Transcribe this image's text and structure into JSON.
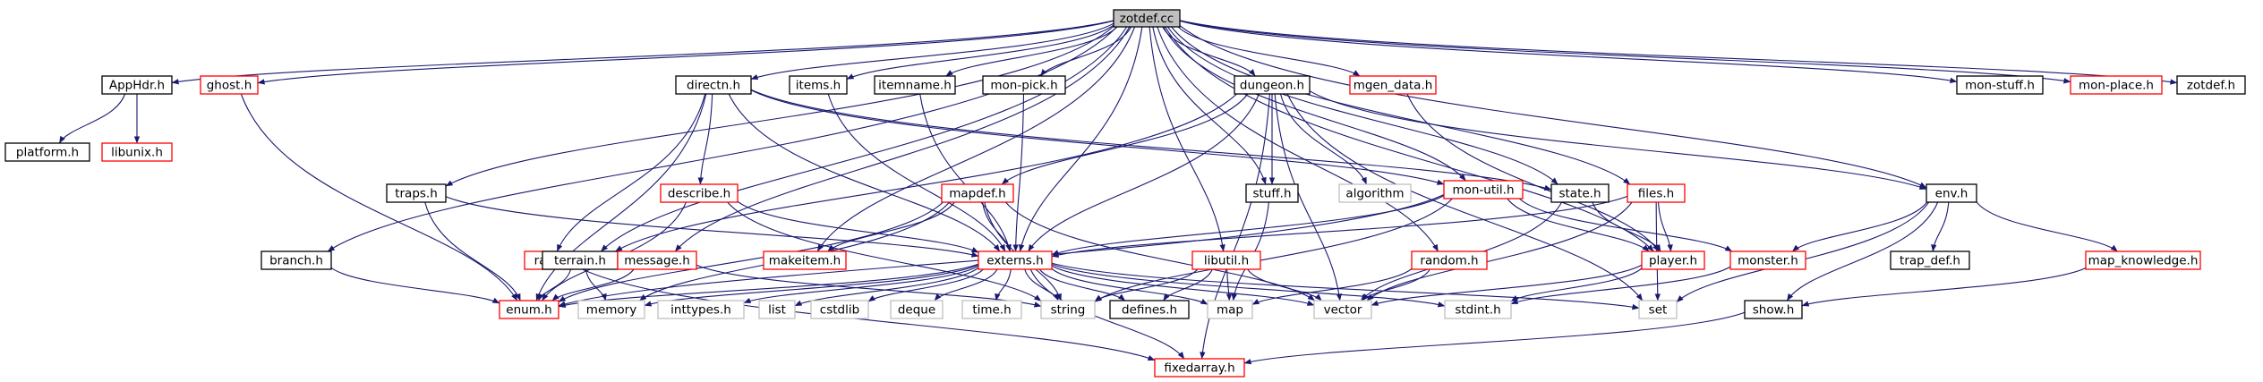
{
  "colors": {
    "edge": "#191970",
    "normal": "#000000",
    "missing": "#ff0000",
    "system": "#bfbfbf",
    "root_fill": "#bfbfbf",
    "text": "#000000"
  },
  "nodes": [
    {
      "id": "zotdef_cc",
      "label": "zotdef.cc",
      "kind": "root"
    },
    {
      "id": "AppHdr_h",
      "label": "AppHdr.h",
      "kind": "normal"
    },
    {
      "id": "ghost_h",
      "label": "ghost.h",
      "kind": "missing"
    },
    {
      "id": "directn_h",
      "label": "directn.h",
      "kind": "normal"
    },
    {
      "id": "items_h",
      "label": "items.h",
      "kind": "normal"
    },
    {
      "id": "itemname_h",
      "label": "itemname.h",
      "kind": "normal"
    },
    {
      "id": "mon_pick_h",
      "label": "mon-pick.h",
      "kind": "normal"
    },
    {
      "id": "dungeon_h",
      "label": "dungeon.h",
      "kind": "normal"
    },
    {
      "id": "mgen_data_h",
      "label": "mgen_data.h",
      "kind": "missing"
    },
    {
      "id": "mon_stuff_h",
      "label": "mon-stuff.h",
      "kind": "normal"
    },
    {
      "id": "mon_place_h",
      "label": "mon-place.h",
      "kind": "missing"
    },
    {
      "id": "zotdef_h",
      "label": "zotdef.h",
      "kind": "normal"
    },
    {
      "id": "platform_h",
      "label": "platform.h",
      "kind": "normal"
    },
    {
      "id": "libunix_h",
      "label": "libunix.h",
      "kind": "missing"
    },
    {
      "id": "describe_h",
      "label": "describe.h",
      "kind": "missing"
    },
    {
      "id": "mapdef_h",
      "label": "mapdef.h",
      "kind": "missing"
    },
    {
      "id": "traps_h",
      "label": "traps.h",
      "kind": "normal"
    },
    {
      "id": "stuff_h",
      "label": "stuff.h",
      "kind": "normal"
    },
    {
      "id": "algorithm",
      "label": "algorithm",
      "kind": "system"
    },
    {
      "id": "mon_util_h",
      "label": "mon-util.h",
      "kind": "missing"
    },
    {
      "id": "state_h",
      "label": "state.h",
      "kind": "normal"
    },
    {
      "id": "files_h",
      "label": "files.h",
      "kind": "missing"
    },
    {
      "id": "env_h",
      "label": "env.h",
      "kind": "normal"
    },
    {
      "id": "branch_h",
      "label": "branch.h",
      "kind": "normal"
    },
    {
      "id": "ray_h",
      "label": "ray.h",
      "kind": "missing"
    },
    {
      "id": "terrain_h",
      "label": "terrain.h",
      "kind": "normal"
    },
    {
      "id": "message_h",
      "label": "message.h",
      "kind": "missing"
    },
    {
      "id": "makeitem_h",
      "label": "makeitem.h",
      "kind": "missing"
    },
    {
      "id": "externs_h",
      "label": "externs.h",
      "kind": "missing"
    },
    {
      "id": "libutil_h",
      "label": "libutil.h",
      "kind": "missing"
    },
    {
      "id": "random_h",
      "label": "random.h",
      "kind": "missing"
    },
    {
      "id": "player_h",
      "label": "player.h",
      "kind": "missing"
    },
    {
      "id": "monster_h",
      "label": "monster.h",
      "kind": "missing"
    },
    {
      "id": "trap_def_h",
      "label": "trap_def.h",
      "kind": "normal"
    },
    {
      "id": "map_knowledge_h",
      "label": "map_knowledge.h",
      "kind": "missing"
    },
    {
      "id": "enum_h",
      "label": "enum.h",
      "kind": "missing"
    },
    {
      "id": "memory",
      "label": "memory",
      "kind": "system"
    },
    {
      "id": "inttypes_h",
      "label": "inttypes.h",
      "kind": "system"
    },
    {
      "id": "list",
      "label": "list",
      "kind": "system"
    },
    {
      "id": "cstdlib",
      "label": "cstdlib",
      "kind": "system"
    },
    {
      "id": "deque",
      "label": "deque",
      "kind": "system"
    },
    {
      "id": "time_h",
      "label": "time.h",
      "kind": "system"
    },
    {
      "id": "string",
      "label": "string",
      "kind": "system"
    },
    {
      "id": "defines_h",
      "label": "defines.h",
      "kind": "normal"
    },
    {
      "id": "map",
      "label": "map",
      "kind": "system"
    },
    {
      "id": "vector",
      "label": "vector",
      "kind": "system"
    },
    {
      "id": "stdint_h",
      "label": "stdint.h",
      "kind": "system"
    },
    {
      "id": "set",
      "label": "set",
      "kind": "system"
    },
    {
      "id": "show_h",
      "label": "show.h",
      "kind": "normal"
    },
    {
      "id": "fixedarray_h",
      "label": "fixedarray.h",
      "kind": "missing"
    }
  ],
  "edges": [
    [
      "zotdef_cc",
      "AppHdr_h"
    ],
    [
      "zotdef_cc",
      "ghost_h"
    ],
    [
      "zotdef_cc",
      "directn_h"
    ],
    [
      "zotdef_cc",
      "items_h"
    ],
    [
      "zotdef_cc",
      "itemname_h"
    ],
    [
      "zotdef_cc",
      "mon_pick_h"
    ],
    [
      "zotdef_cc",
      "dungeon_h"
    ],
    [
      "zotdef_cc",
      "mgen_data_h"
    ],
    [
      "zotdef_cc",
      "mon_stuff_h"
    ],
    [
      "zotdef_cc",
      "mon_place_h"
    ],
    [
      "zotdef_cc",
      "zotdef_h"
    ],
    [
      "zotdef_cc",
      "traps_h"
    ],
    [
      "zotdef_cc",
      "stuff_h"
    ],
    [
      "zotdef_cc",
      "mon_util_h"
    ],
    [
      "zotdef_cc",
      "state_h"
    ],
    [
      "zotdef_cc",
      "files_h"
    ],
    [
      "zotdef_cc",
      "env_h"
    ],
    [
      "zotdef_cc",
      "branch_h"
    ],
    [
      "zotdef_cc",
      "terrain_h"
    ],
    [
      "zotdef_cc",
      "message_h"
    ],
    [
      "zotdef_cc",
      "makeitem_h"
    ],
    [
      "zotdef_cc",
      "externs_h"
    ],
    [
      "zotdef_cc",
      "libutil_h"
    ],
    [
      "zotdef_cc",
      "random_h"
    ],
    [
      "zotdef_cc",
      "player_h"
    ],
    [
      "AppHdr_h",
      "platform_h"
    ],
    [
      "AppHdr_h",
      "libunix_h"
    ],
    [
      "ghost_h",
      "enum_h"
    ],
    [
      "directn_h",
      "describe_h"
    ],
    [
      "directn_h",
      "ray_h"
    ],
    [
      "directn_h",
      "enum_h"
    ],
    [
      "directn_h",
      "externs_h"
    ],
    [
      "directn_h",
      "state_h"
    ],
    [
      "directn_h",
      "mon_util_h"
    ],
    [
      "describe_h",
      "externs_h"
    ],
    [
      "describe_h",
      "enum_h"
    ],
    [
      "describe_h",
      "string"
    ],
    [
      "items_h",
      "externs_h"
    ],
    [
      "itemname_h",
      "externs_h"
    ],
    [
      "mon_pick_h",
      "externs_h"
    ],
    [
      "dungeon_h",
      "mapdef_h"
    ],
    [
      "dungeon_h",
      "stuff_h"
    ],
    [
      "dungeon_h",
      "algorithm"
    ],
    [
      "dungeon_h",
      "env_h"
    ],
    [
      "dungeon_h",
      "externs_h"
    ],
    [
      "dungeon_h",
      "vector"
    ],
    [
      "dungeon_h",
      "set"
    ],
    [
      "dungeon_h",
      "fixedarray_h"
    ],
    [
      "dungeon_h",
      "terrain_h"
    ],
    [
      "mapdef_h",
      "externs_h"
    ],
    [
      "mapdef_h",
      "enum_h"
    ],
    [
      "mapdef_h",
      "makeitem_h"
    ],
    [
      "mapdef_h",
      "string"
    ],
    [
      "mapdef_h",
      "vector"
    ],
    [
      "mapdef_h",
      "memory"
    ],
    [
      "traps_h",
      "externs_h"
    ],
    [
      "traps_h",
      "enum_h"
    ],
    [
      "stuff_h",
      "map"
    ],
    [
      "mon_util_h",
      "externs_h"
    ],
    [
      "mon_util_h",
      "enum_h"
    ],
    [
      "mon_util_h",
      "player_h"
    ],
    [
      "mon_util_h",
      "monster_h"
    ],
    [
      "mon_util_h",
      "string"
    ],
    [
      "state_h",
      "player_h"
    ],
    [
      "state_h",
      "vector"
    ],
    [
      "files_h",
      "externs_h"
    ],
    [
      "files_h",
      "player_h"
    ],
    [
      "files_h",
      "vector"
    ],
    [
      "files_h",
      "set"
    ],
    [
      "mgen_data_h",
      "player_h"
    ],
    [
      "env_h",
      "monster_h"
    ],
    [
      "env_h",
      "trap_def_h"
    ],
    [
      "env_h",
      "map_knowledge_h"
    ],
    [
      "env_h",
      "show_h"
    ],
    [
      "env_h",
      "set"
    ],
    [
      "branch_h",
      "enum_h"
    ],
    [
      "ray_h",
      "fixedarray_h"
    ],
    [
      "terrain_h",
      "enum_h"
    ],
    [
      "terrain_h",
      "memory"
    ],
    [
      "message_h",
      "enum_h"
    ],
    [
      "message_h",
      "string"
    ],
    [
      "libutil_h",
      "defines_h"
    ],
    [
      "libutil_h",
      "map"
    ],
    [
      "libutil_h",
      "vector"
    ],
    [
      "libutil_h",
      "string"
    ],
    [
      "random_h",
      "map"
    ],
    [
      "random_h",
      "vector"
    ],
    [
      "player_h",
      "stdint_h"
    ],
    [
      "player_h",
      "vector"
    ],
    [
      "monster_h",
      "stdint_h"
    ],
    [
      "map_knowledge_h",
      "show_h"
    ],
    [
      "show_h",
      "fixedarray_h"
    ],
    [
      "externs_h",
      "enum_h"
    ],
    [
      "externs_h",
      "memory"
    ],
    [
      "externs_h",
      "inttypes_h"
    ],
    [
      "externs_h",
      "list"
    ],
    [
      "externs_h",
      "cstdlib"
    ],
    [
      "externs_h",
      "deque"
    ],
    [
      "externs_h",
      "time_h"
    ],
    [
      "externs_h",
      "string"
    ],
    [
      "externs_h",
      "defines_h"
    ],
    [
      "externs_h",
      "map"
    ],
    [
      "externs_h",
      "vector"
    ],
    [
      "externs_h",
      "stdint_h"
    ],
    [
      "externs_h",
      "set"
    ],
    [
      "externs_h",
      "fixedarray_h"
    ]
  ]
}
